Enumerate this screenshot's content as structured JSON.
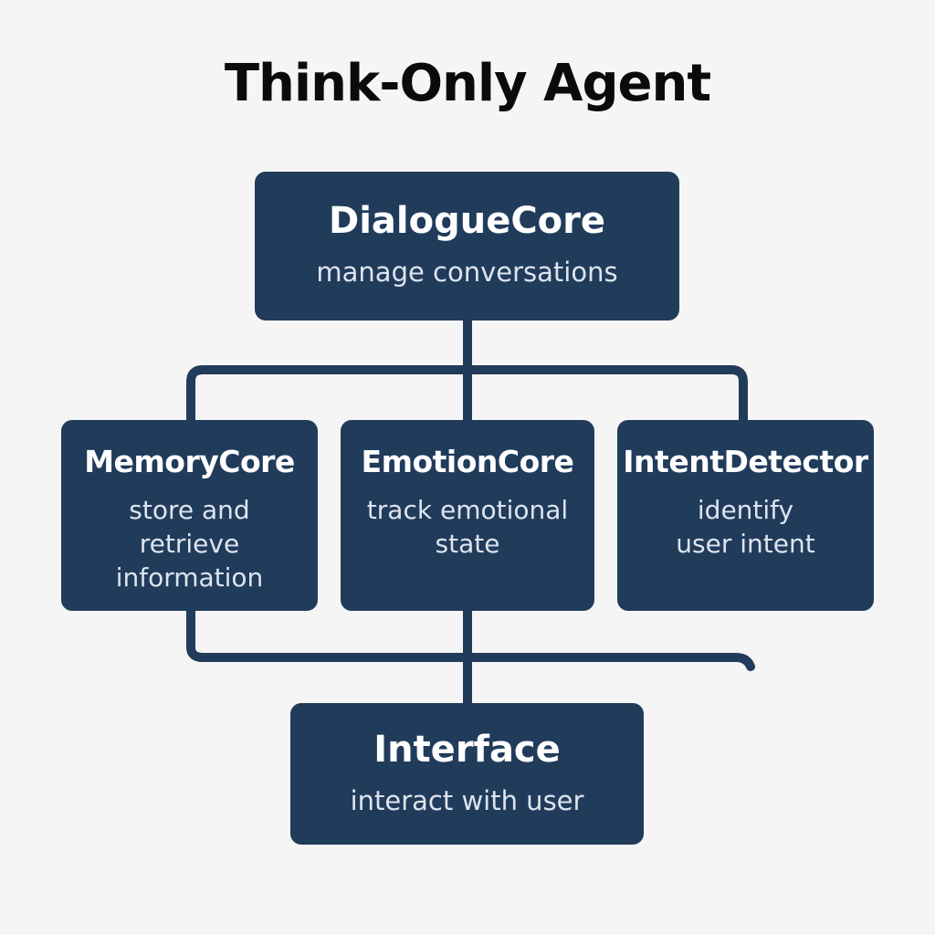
{
  "title": "Think-Only Agent",
  "colors": {
    "background": "#f5f5f5",
    "node_fill": "#213b5b",
    "connector": "#213b5b",
    "title_text": "#0b0b0b",
    "node_text": "#ffffff"
  },
  "nodes": {
    "dialogue_core": {
      "name": "DialogueCore",
      "description": "manage conversations"
    },
    "memory_core": {
      "name": "MemoryCore",
      "description_lines": [
        "store and",
        "retrieve",
        "information"
      ]
    },
    "emotion_core": {
      "name": "EmotionCore",
      "description_lines": [
        "track emotional",
        "state"
      ]
    },
    "intent_detector": {
      "name": "IntentDetector",
      "description_lines": [
        "identify",
        "user intent"
      ]
    },
    "interface": {
      "name": "Interface",
      "description": "interact with user"
    }
  }
}
